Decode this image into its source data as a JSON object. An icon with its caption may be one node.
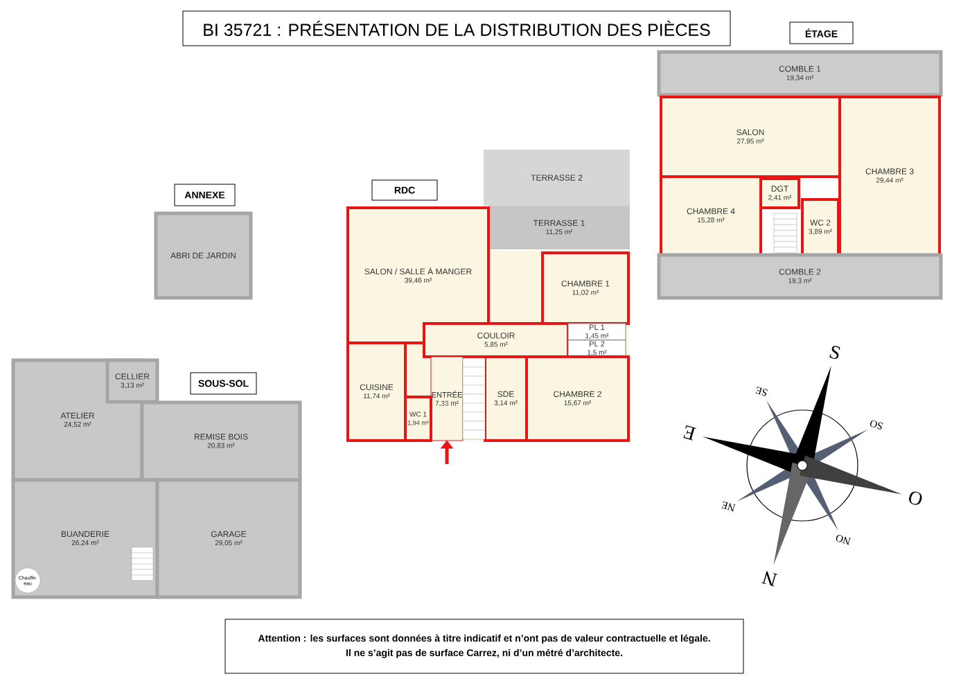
{
  "diagram": {
    "title": "BI 35721 : PRÉSENTATION DE LA DISTRIBUTION DES PIÈCES",
    "nodes": [
      {
        "text": [
          "ANNEXE"
        ]
      },
      {
        "text": [
          "ABRI DE JARDIN"
        ]
      },
      {
        "text": [
          "RDC"
        ]
      },
      {
        "text": [
          "TERRASSE 2"
        ]
      },
      {
        "text": [
          "TERRASSE 1",
          "11,25 m²"
        ]
      },
      {
        "text": [
          "SALON / SALLE À MANGER",
          "39,46 m²"
        ]
      },
      {
        "text": [
          "CHAMBRE 1",
          "11,02 m²"
        ]
      },
      {
        "text": [
          "COULOIR",
          "5,85 m²"
        ]
      },
      {
        "text": [
          "PL 1",
          "1,45 m²"
        ]
      },
      {
        "text": [
          "PL 2",
          "1,5 m²"
        ]
      },
      {
        "text": [
          "CUISINE",
          "11,74 m²"
        ]
      },
      {
        "text": [
          "ENTRÉE",
          "7,33 m²"
        ]
      },
      {
        "text": [
          "WC 1",
          "1,94 m²"
        ]
      },
      {
        "text": [
          "SDE",
          "3,14 m²"
        ]
      },
      {
        "text": [
          "CHAMBRE 2",
          "15,67 m²"
        ]
      },
      {
        "text": [
          "ÉTAGE"
        ]
      },
      {
        "text": [
          "COMBLE 1",
          "19,34 m²"
        ]
      },
      {
        "text": [
          "SALON",
          "27,95 m²"
        ]
      },
      {
        "text": [
          "CHAMBRE 3",
          "29,44 m²"
        ]
      },
      {
        "text": [
          "CHAMBRE 4",
          "15,28 m²"
        ]
      },
      {
        "text": [
          "DGT",
          "2,41 m²"
        ]
      },
      {
        "text": [
          "WC 2",
          "3,89 m²"
        ]
      },
      {
        "text": [
          "COMBLE 2",
          "19,3 m²"
        ]
      },
      {
        "text": [
          "SOUS-SOL"
        ]
      },
      {
        "text": [
          "CELLIER",
          "3,13 m²"
        ]
      },
      {
        "text": [
          "ATELIER",
          "24,52 m²"
        ]
      },
      {
        "text": [
          "REMISE BOIS",
          "20,83 m²"
        ]
      },
      {
        "text": [
          "BUANDERIE",
          "26,24 m²"
        ]
      },
      {
        "text": [
          "GARAGE",
          "29,05 m²"
        ]
      },
      {
        "text": [
          "Attention : les surfaces sont données à titre indicatif et n’ont pas de valeur contractuelle et légale.",
          "Il ne s’agit pas de surface Carrez, ni d’un métré d’architecte."
        ]
      }
    ],
    "edges": [
      {
        "from": null,
        "to": 11,
        "arrow": "to",
        "color": "#eb1414"
      }
    ],
    "labels": [
      "S",
      "SE",
      "SO",
      "E",
      "O",
      "NE",
      "NO",
      "N",
      "Chauffe-eau"
    ]
  }
}
